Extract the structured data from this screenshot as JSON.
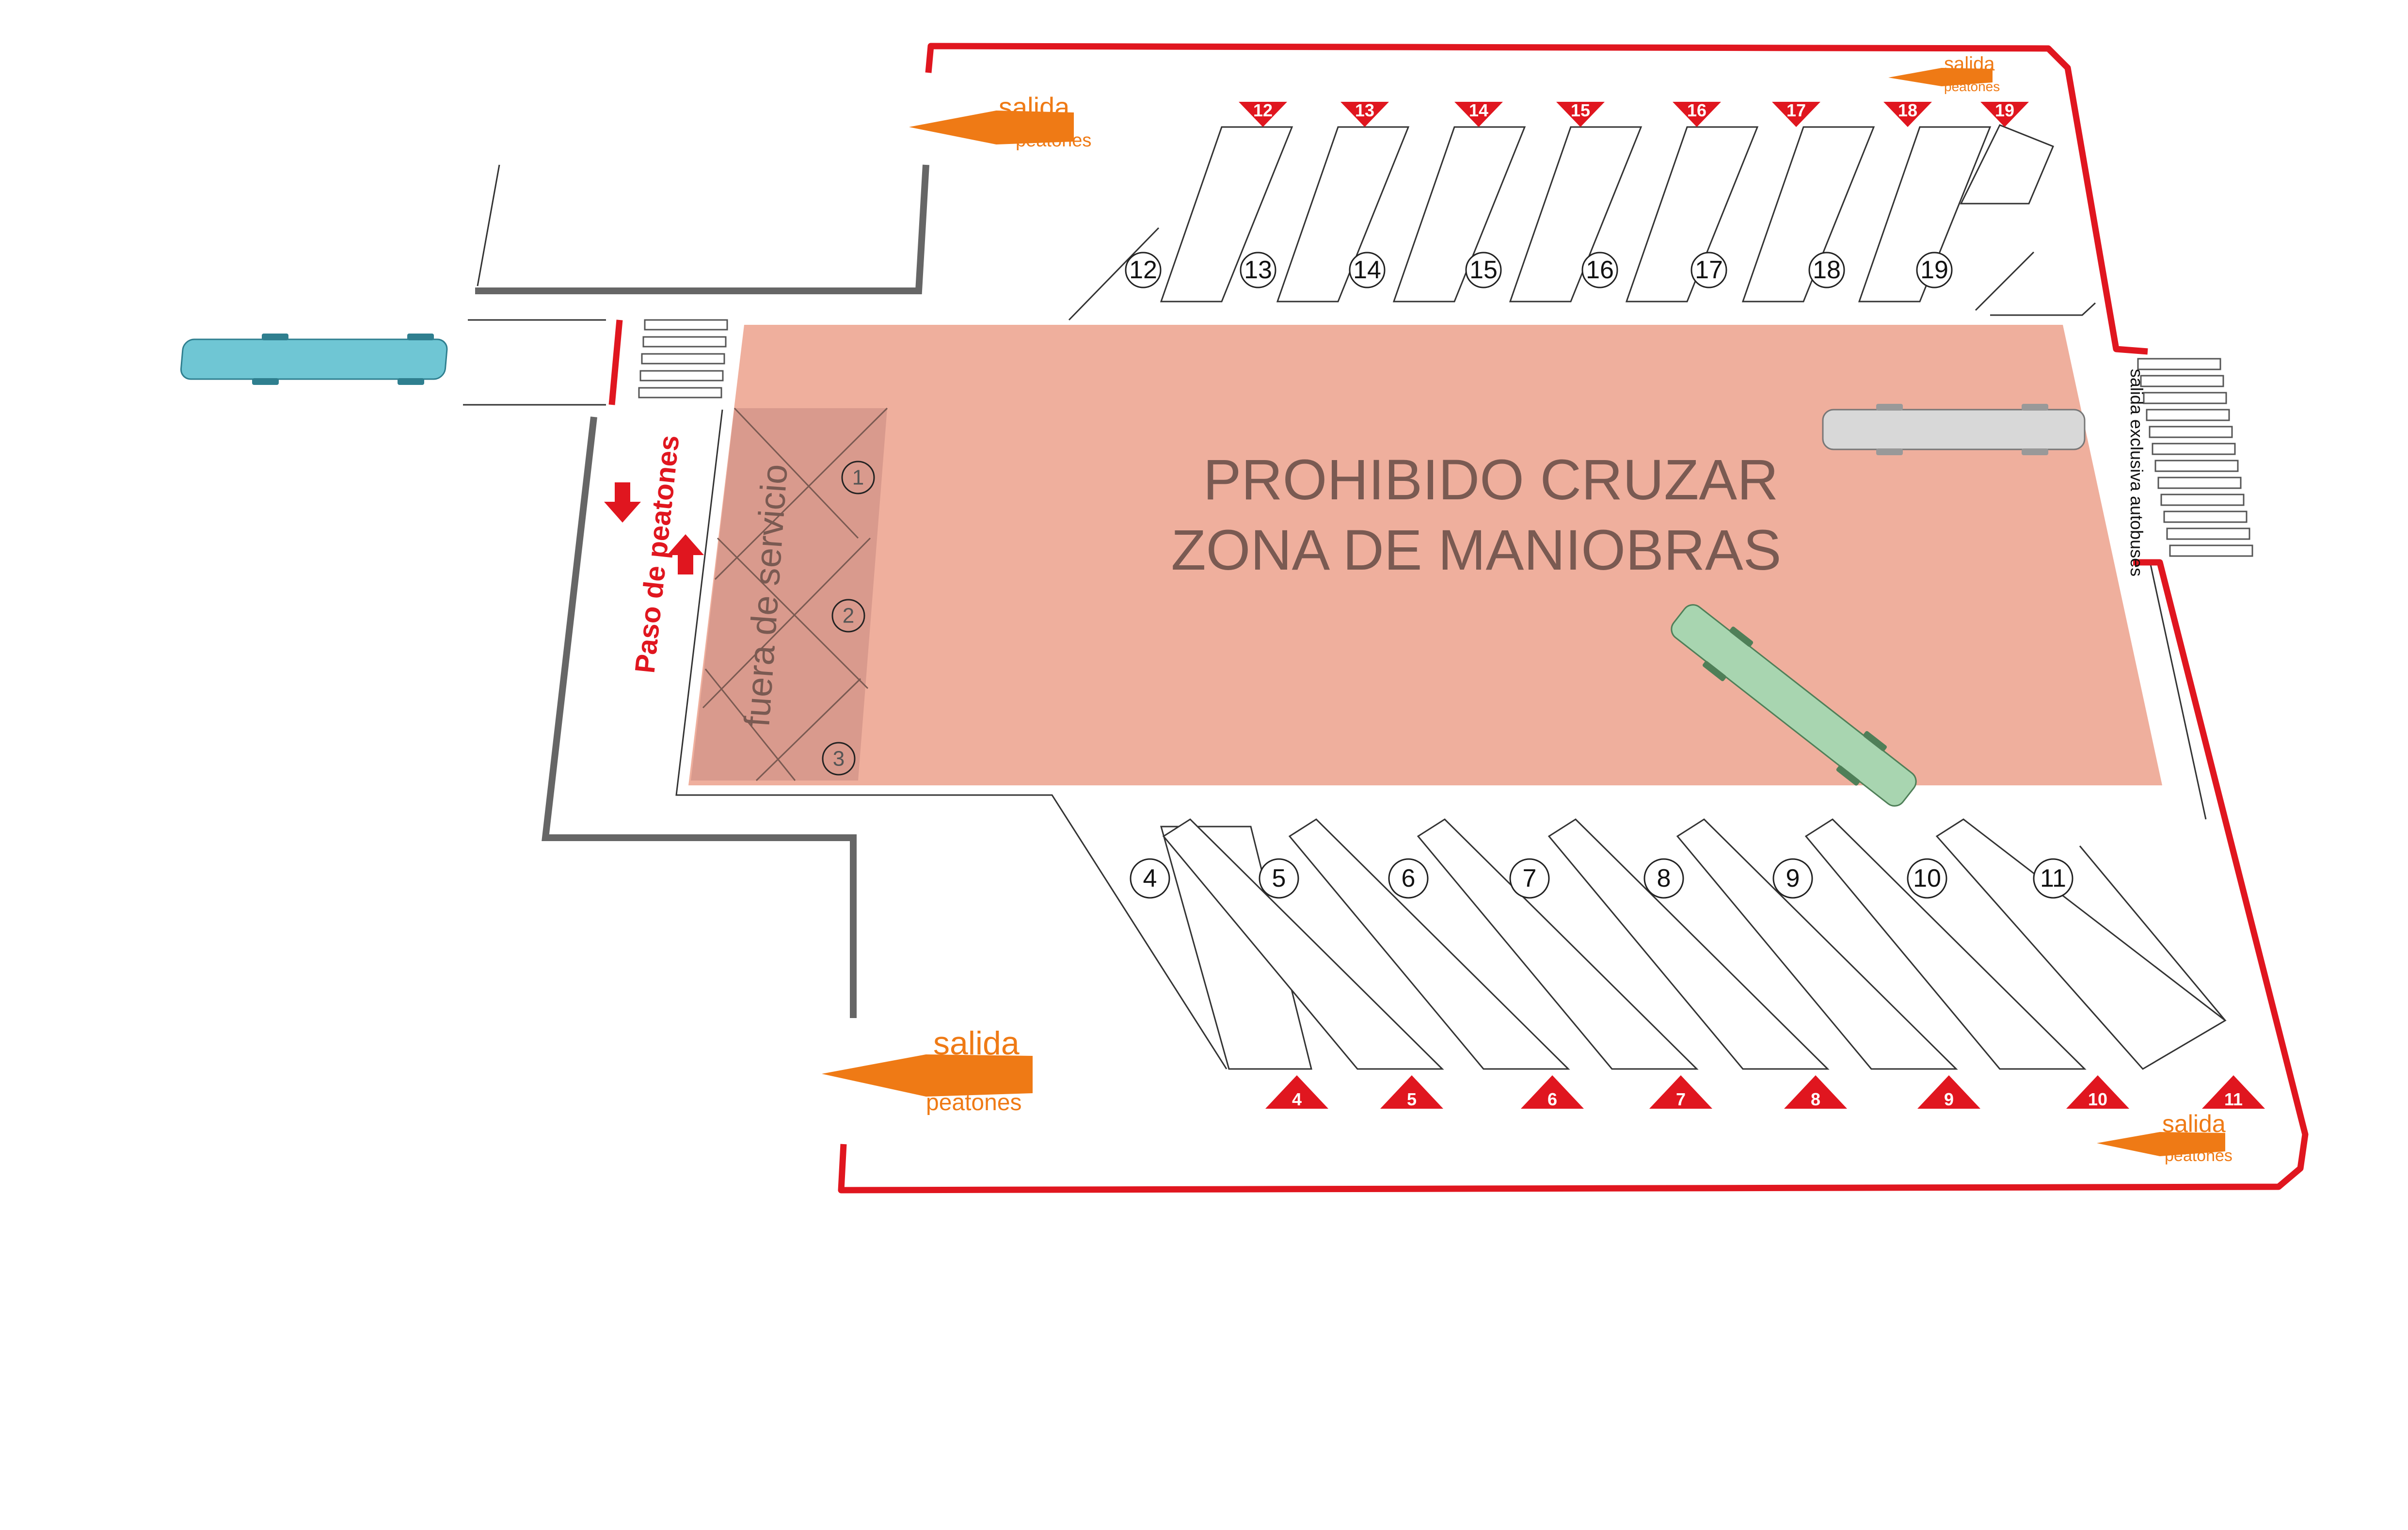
{
  "zone": {
    "line1": "PROHIBIDO CRUZAR",
    "line2": "ZONA DE MANIOBRAS",
    "color": "#efaf9d",
    "text_color": "#7a5a52"
  },
  "service_area": {
    "label": "fuera de servicio",
    "bays": [
      "1",
      "2",
      "3"
    ],
    "color": "#d99a8d"
  },
  "top_bays": [
    "12",
    "13",
    "14",
    "15",
    "16",
    "17",
    "18",
    "19"
  ],
  "bottom_bays": [
    "4",
    "5",
    "6",
    "7",
    "8",
    "9",
    "10",
    "11"
  ],
  "top_markers": [
    "12",
    "13",
    "14",
    "15",
    "16",
    "17",
    "18",
    "19"
  ],
  "bottom_markers": [
    "4",
    "5",
    "6",
    "7",
    "8",
    "9",
    "10",
    "11"
  ],
  "exits": {
    "top_left": {
      "word1": "salida",
      "word2": "peatones"
    },
    "top_right": {
      "word1": "salida",
      "word2": "peatones"
    },
    "bottom_left": {
      "word1": "salida",
      "word2": "peatones"
    },
    "bottom_right": {
      "word1": "salida",
      "word2": "peatones"
    }
  },
  "pedestrian_crossing": {
    "label": "Paso de peatones"
  },
  "bus_exit": {
    "label": "salida exclusiva autobuses"
  },
  "colors": {
    "boundary": "#e0161f",
    "exit_arrow": "#ef7a15",
    "wall": "#666666",
    "bus_blue": "#6fc6d4",
    "bus_green": "#a8d5b0",
    "bus_grey": "#d8d8d8",
    "marker": "#e0161f"
  },
  "icons": {
    "bus": "bus-icon",
    "exit_arrow": "arrow-left-icon",
    "crossing_arrows": "up-down-arrow-icon",
    "bay_marker": "triangle-marker-icon"
  }
}
